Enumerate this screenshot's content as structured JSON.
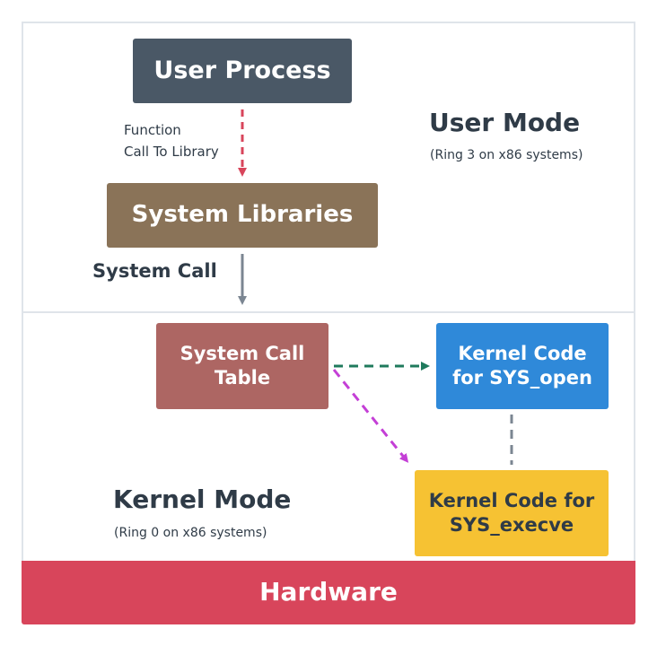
{
  "regions": {
    "user_mode": {
      "title": "User Mode",
      "subtitle": "(Ring 3 on x86 systems)"
    },
    "kernel_mode": {
      "title": "Kernel Mode",
      "subtitle": "(Ring 0 on x86 systems)"
    }
  },
  "nodes": {
    "user_process": "User Process",
    "system_libraries": "System Libraries",
    "system_call_table": "System Call Table",
    "kernel_code_open": "Kernel Code for SYS_open",
    "kernel_code_execve": "Kernel Code for SYS_execve",
    "hardware": "Hardware"
  },
  "edges": {
    "function_call_line1": "Function",
    "function_call_line2": "Call To Library",
    "system_call": "System Call"
  },
  "colors": {
    "user_process": "#4a5866",
    "system_libraries": "#8a7358",
    "system_call_table": "#ad6663",
    "kernel_code_open": "#2f89d9",
    "kernel_code_execve": "#f6c233",
    "hardware": "#d8455b",
    "arrow_function_call": "#d8455b",
    "arrow_system_call": "#7b8692",
    "arrow_to_open": "#1f7a5c",
    "arrow_to_execve": "#c43fd6",
    "link_open_execve": "#7b8692"
  }
}
